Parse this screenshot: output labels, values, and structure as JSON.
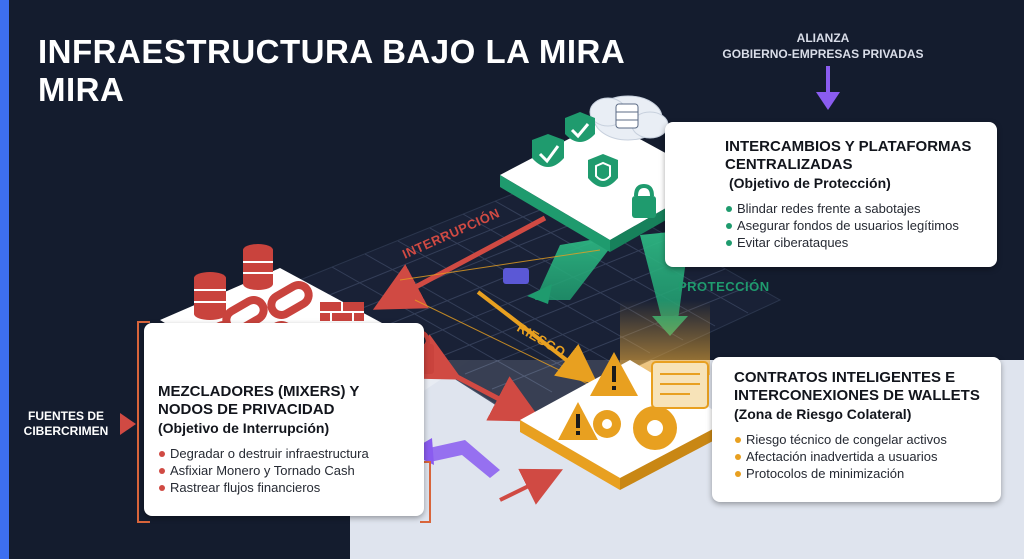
{
  "title": "INFRAESTRUCTURA BAJO LA MIRA MIRA",
  "alliance": {
    "line1": "ALIANZA",
    "line2": "GOBIERNO-EMPRESAS PRIVADAS"
  },
  "fuentes": {
    "line1": "FUENTES DE",
    "line2": "CIBERCRIMEN"
  },
  "labels": {
    "interruption": "INTERRUPCIÓN",
    "protection": "PROTECCIÓN",
    "risk": "RIESGO"
  },
  "exchanges": {
    "title_line1": "INTERCAMBIOS Y PLATAFORMAS",
    "title_line2": "CENTRALIZADAS",
    "subtitle": "(Objetivo de Protección)",
    "bullets": [
      "Blindar redes frente a sabotajes",
      "Asegurar fondos de usuarios legítimos",
      "Evitar ciberataques"
    ]
  },
  "mixers": {
    "title_line1": "MEZCLADORES (MIXERS) Y",
    "title_line2": "NODOS DE PRIVACIDAD",
    "subtitle": "(Objetivo de Interrupción)",
    "bullets": [
      "Degradar o destruir infraestructura",
      "Asfixiar Monero y Tornado Cash",
      "Rastrear flujos financieros"
    ]
  },
  "contracts": {
    "title_line1": "CONTRATOS INTELIGENTES E",
    "title_line2": "INTERCONEXIONES DE WALLETS",
    "subtitle": "(Zona de Riesgo Colateral)",
    "bullets": [
      "Riesgo técnico de congelar activos",
      "Afectación inadvertida a usuarios",
      "Protocolos de minimización"
    ]
  },
  "colors": {
    "background": "#141c2e",
    "accent_bar": "#3d6ff0",
    "protection": "#1f9b6e",
    "interruption": "#d04a43",
    "risk": "#e8a020",
    "alliance_arrow": "#8a5cf0"
  },
  "icons": [
    "cloud-database-icon",
    "shield-check-icon",
    "padlock-icon",
    "database-icon",
    "broken-chain-icon",
    "brick-wall-icon",
    "warning-triangle-icon",
    "gear-icon",
    "document-icon"
  ]
}
